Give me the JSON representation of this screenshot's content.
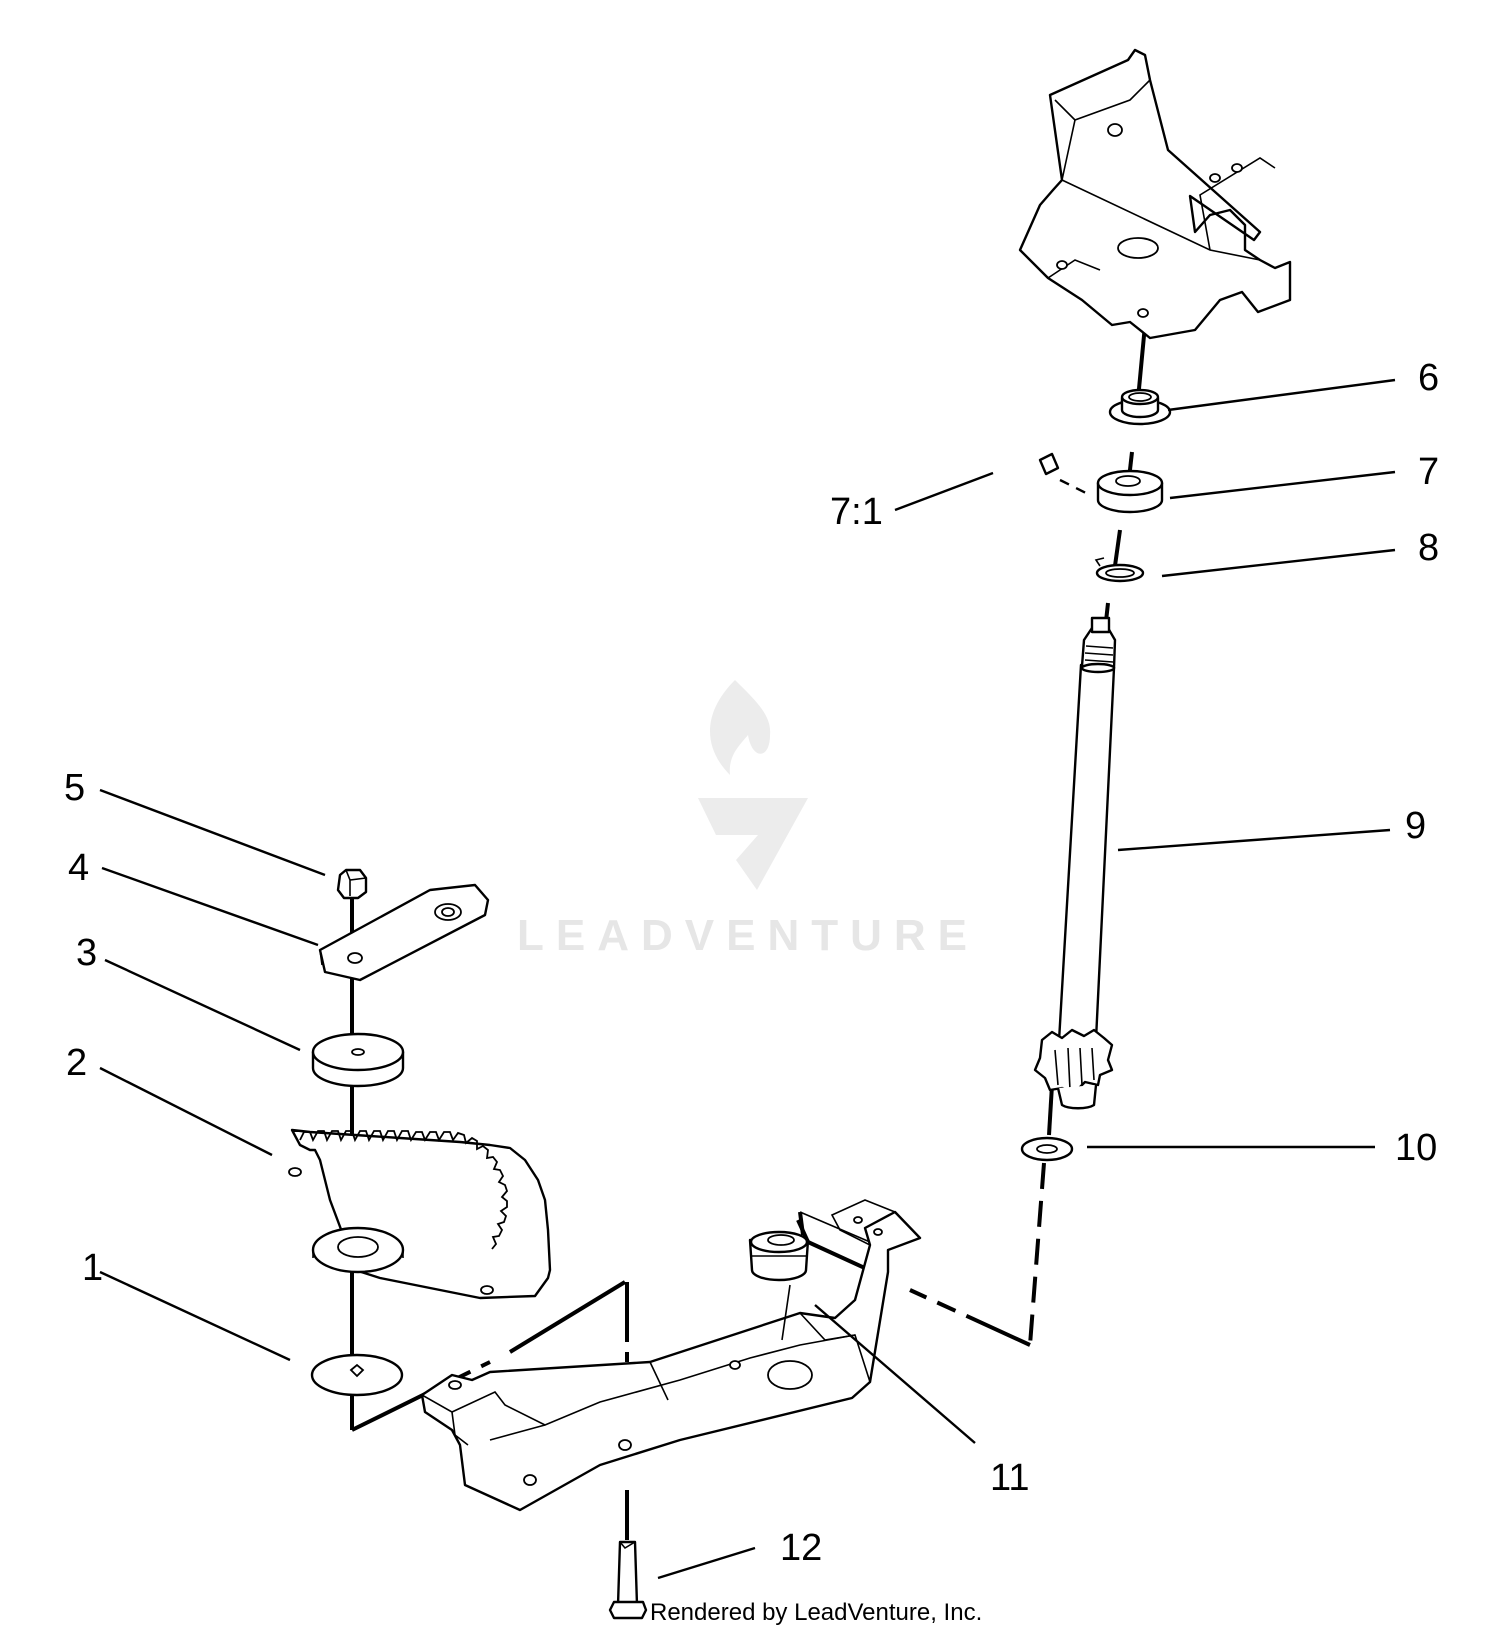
{
  "diagram": {
    "callouts": {
      "c1": "1",
      "c2": "2",
      "c3": "3",
      "c4": "4",
      "c5": "5",
      "c6": "6",
      "c7": "7",
      "c7_1": "7:1",
      "c8": "8",
      "c9": "9",
      "c10": "10",
      "c11": "11",
      "c12": "12"
    },
    "footer": "Rendered by LeadVenture, Inc.",
    "watermark": "LEADVENTURE"
  },
  "colors": {
    "line": "#000000",
    "background": "#ffffff",
    "watermark": "#e6e6e6"
  }
}
